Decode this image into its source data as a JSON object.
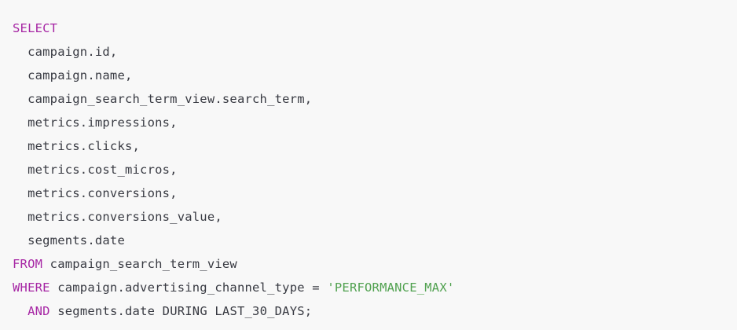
{
  "code_block": {
    "language": "gaql-sql",
    "background": "#f8f8f8",
    "colors": {
      "keyword": "#a626a4",
      "string": "#50a14f",
      "plain": "#383a42"
    },
    "lines": [
      {
        "tokens": [
          {
            "text": "SELECT",
            "type": "keyword"
          }
        ]
      },
      {
        "tokens": [
          {
            "text": "  campaign.id,",
            "type": "plain"
          }
        ]
      },
      {
        "tokens": [
          {
            "text": "  campaign.name,",
            "type": "plain"
          }
        ]
      },
      {
        "tokens": [
          {
            "text": "  campaign_search_term_view.search_term,",
            "type": "plain"
          }
        ]
      },
      {
        "tokens": [
          {
            "text": "  metrics.impressions,",
            "type": "plain"
          }
        ]
      },
      {
        "tokens": [
          {
            "text": "  metrics.clicks,",
            "type": "plain"
          }
        ]
      },
      {
        "tokens": [
          {
            "text": "  metrics.cost_micros,",
            "type": "plain"
          }
        ]
      },
      {
        "tokens": [
          {
            "text": "  metrics.conversions,",
            "type": "plain"
          }
        ]
      },
      {
        "tokens": [
          {
            "text": "  metrics.conversions_value,",
            "type": "plain"
          }
        ]
      },
      {
        "tokens": [
          {
            "text": "  segments.date",
            "type": "plain"
          }
        ]
      },
      {
        "tokens": [
          {
            "text": "FROM",
            "type": "keyword"
          },
          {
            "text": " campaign_search_term_view",
            "type": "plain"
          }
        ]
      },
      {
        "tokens": [
          {
            "text": "WHERE",
            "type": "keyword"
          },
          {
            "text": " campaign.advertising_channel_type = ",
            "type": "plain"
          },
          {
            "text": "'PERFORMANCE_MAX'",
            "type": "string"
          }
        ]
      },
      {
        "tokens": [
          {
            "text": "  ",
            "type": "plain"
          },
          {
            "text": "AND",
            "type": "keyword"
          },
          {
            "text": " segments.date DURING LAST_30_DAYS;",
            "type": "plain"
          }
        ]
      }
    ]
  }
}
